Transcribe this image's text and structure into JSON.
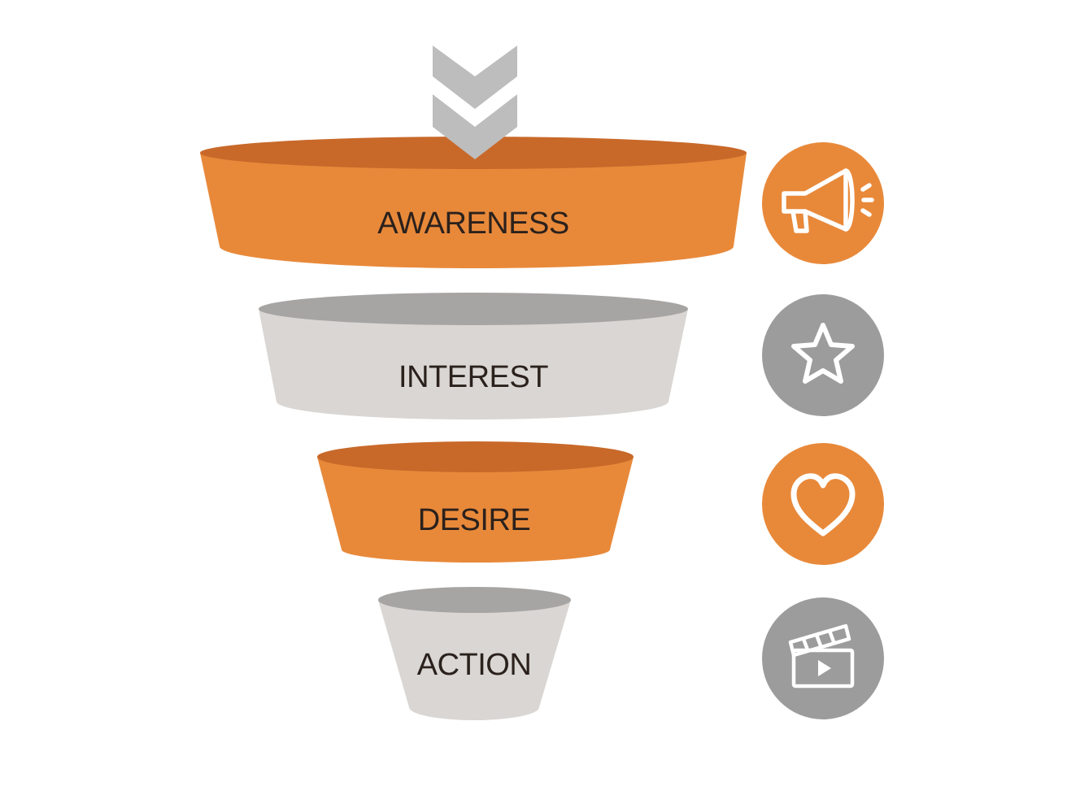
{
  "colors": {
    "orange": "#E8893A",
    "orange_top": "#C8692A",
    "gray": "#D9D6D3",
    "gray_top": "#A7A5A4",
    "arrow_gray": "#BDBDBD",
    "icon_orange": "#E8893A",
    "icon_gray": "#9C9C9C",
    "text": "#2B211C"
  },
  "funnel": {
    "stages": [
      {
        "label": "AWARENESS",
        "tone": "orange",
        "icon": "megaphone-icon"
      },
      {
        "label": "INTEREST",
        "tone": "gray",
        "icon": "star-icon"
      },
      {
        "label": "DESIRE",
        "tone": "orange",
        "icon": "heart-icon"
      },
      {
        "label": "ACTION",
        "tone": "gray",
        "icon": "clapperboard-icon"
      }
    ],
    "entry_arrow": "double-chevron-down-icon"
  }
}
